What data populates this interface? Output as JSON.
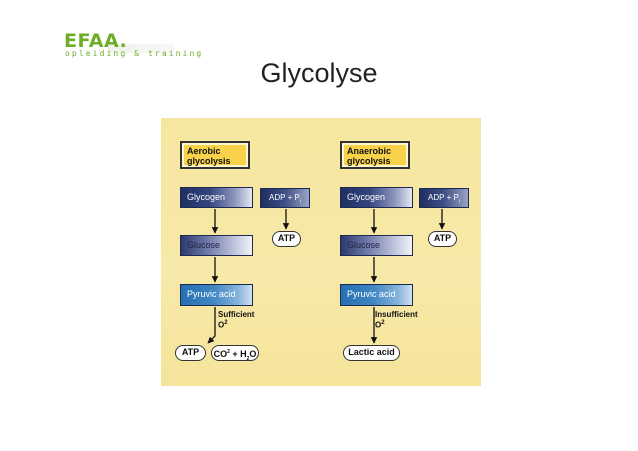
{
  "logo": {
    "name": "EFAA.",
    "tagline": "opleiding & training"
  },
  "slide": {
    "title": "Glycolyse"
  },
  "colors": {
    "logo_green": "#6cae28",
    "panel_yellow": "#f6e7a0",
    "header_gold": "#f7d24a",
    "navy": "#1f2f63",
    "pyruvic_blue": "#2570b3"
  },
  "diagram": {
    "aerobic": {
      "heading_line1": "Aerobic",
      "heading_line2": "glycolysis",
      "glycogen": "Glycogen",
      "adp": "ADP + P",
      "adp_sub": "i",
      "atp_top": "ATP",
      "glucose": "Glucose",
      "pyruvic": "Pyruvic acid",
      "condition_line1": "Sufficient",
      "condition_line2": "O",
      "condition_sup": "2",
      "product_atp": "ATP",
      "product_co2": "CO",
      "product_co2_sup": "2",
      "product_plus": " + H",
      "product_h2o_sub": "2",
      "product_o": "O"
    },
    "anaerobic": {
      "heading_line1": "Anaerobic",
      "heading_line2": "glycolysis",
      "glycogen": "Glycogen",
      "adp": "ADP + P",
      "adp_sub": "i",
      "atp_top": "ATP",
      "glucose": "Glucose",
      "pyruvic": "Pyruvic acid",
      "condition_line1": "Insufficient",
      "condition_line2": "O",
      "condition_sup": "2",
      "product": "Lactic acid"
    }
  }
}
